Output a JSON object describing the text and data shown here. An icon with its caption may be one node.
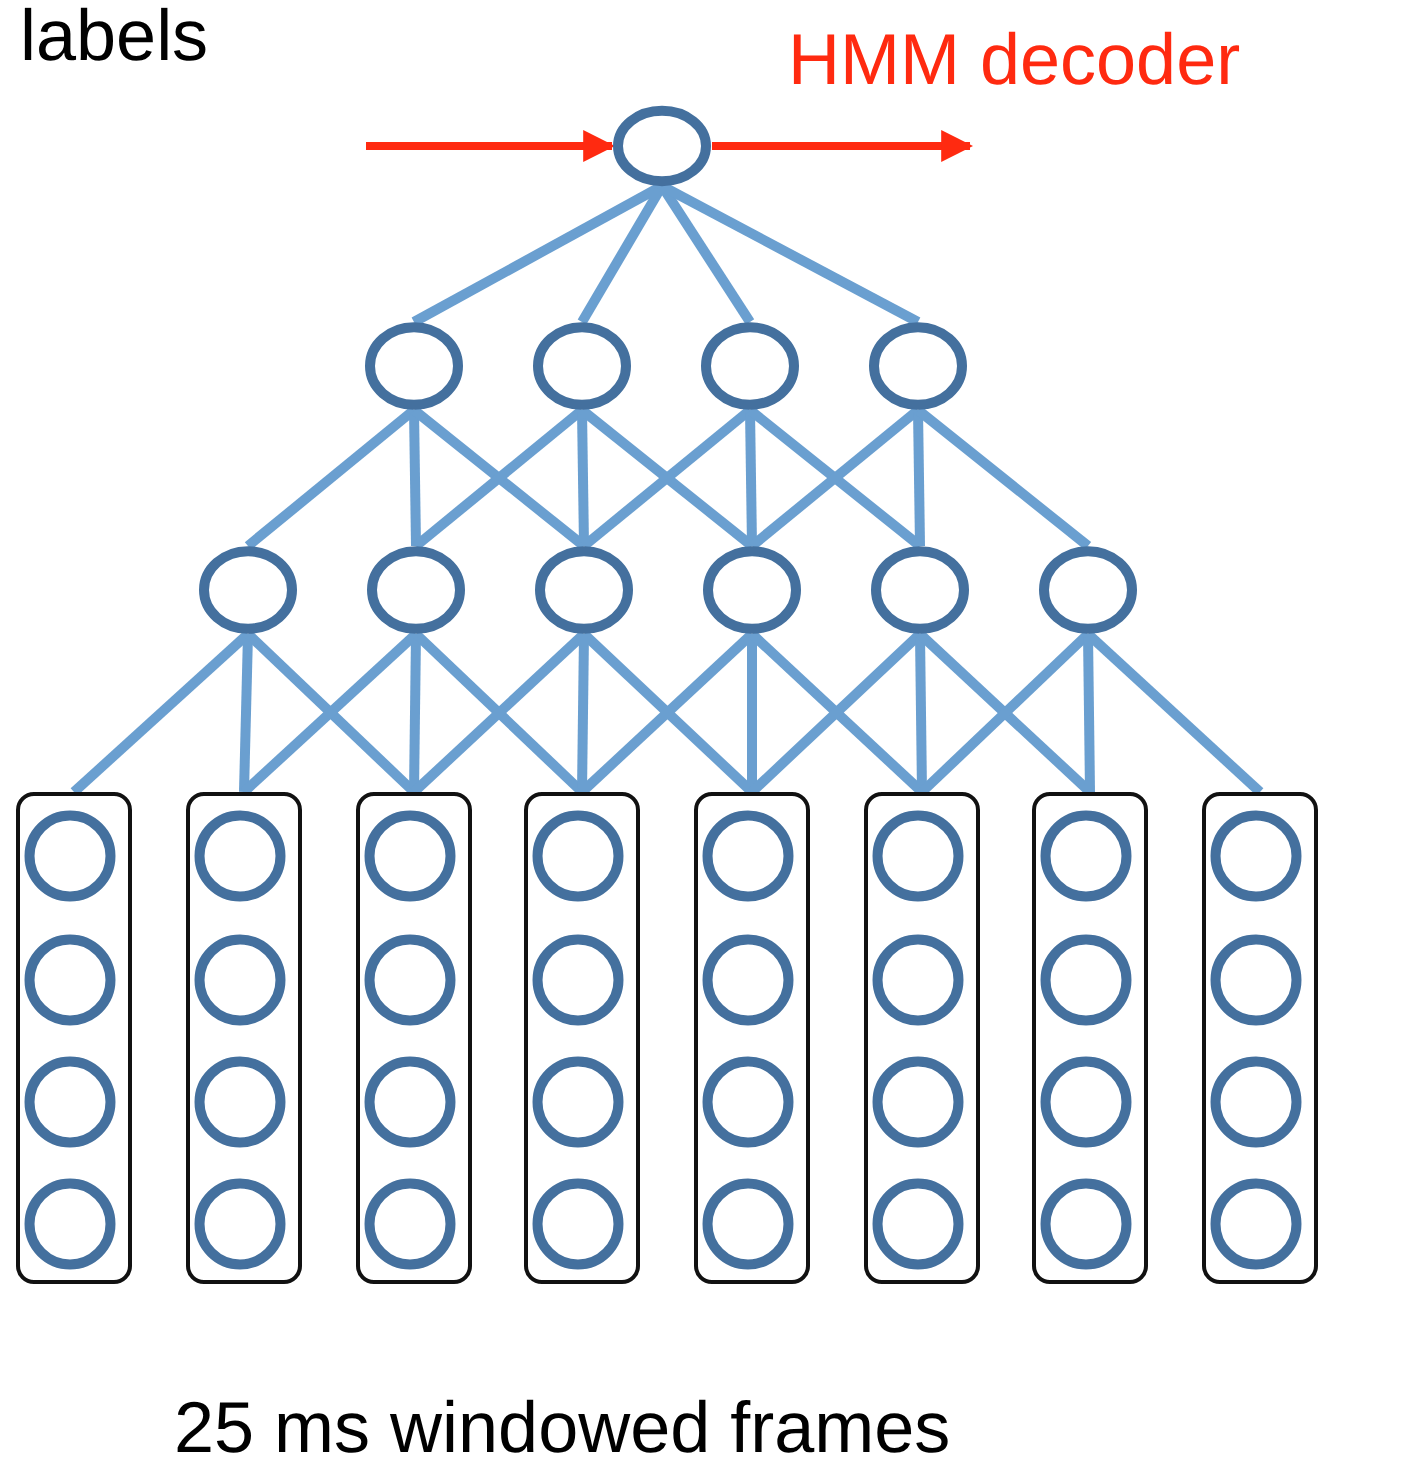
{
  "diagram": {
    "nodes": [
      {
        "text": [],
        "shape": "circle"
      },
      {
        "text": [],
        "shape": "circle"
      },
      {
        "text": [],
        "shape": "circle"
      },
      {
        "text": [],
        "shape": "circle"
      },
      {
        "text": [],
        "shape": "circle"
      },
      {
        "text": [],
        "shape": "circle"
      },
      {
        "text": [],
        "shape": "circle"
      },
      {
        "text": [],
        "shape": "circle"
      },
      {
        "text": [],
        "shape": "circle"
      },
      {
        "text": [],
        "shape": "circle"
      },
      {
        "text": [],
        "shape": "circle"
      },
      {
        "text": [],
        "shape": "box"
      },
      {
        "text": [],
        "shape": "circle",
        "in": 11
      },
      {
        "text": [],
        "shape": "circle",
        "in": 11
      },
      {
        "text": [],
        "shape": "circle",
        "in": 11
      },
      {
        "text": [],
        "shape": "circle",
        "in": 11
      },
      {
        "text": [],
        "shape": "box"
      },
      {
        "text": [],
        "shape": "circle",
        "in": 16
      },
      {
        "text": [],
        "shape": "circle",
        "in": 16
      },
      {
        "text": [],
        "shape": "circle",
        "in": 16
      },
      {
        "text": [],
        "shape": "circle",
        "in": 16
      },
      {
        "text": [],
        "shape": "box"
      },
      {
        "text": [],
        "shape": "circle",
        "in": 21
      },
      {
        "text": [],
        "shape": "circle",
        "in": 21
      },
      {
        "text": [],
        "shape": "circle",
        "in": 21
      },
      {
        "text": [],
        "shape": "circle",
        "in": 21
      },
      {
        "text": [],
        "shape": "box"
      },
      {
        "text": [],
        "shape": "circle",
        "in": 26
      },
      {
        "text": [],
        "shape": "circle",
        "in": 26
      },
      {
        "text": [],
        "shape": "circle",
        "in": 26
      },
      {
        "text": [],
        "shape": "circle",
        "in": 26
      },
      {
        "text": [],
        "shape": "box"
      },
      {
        "text": [],
        "shape": "circle",
        "in": 31
      },
      {
        "text": [],
        "shape": "circle",
        "in": 31
      },
      {
        "text": [],
        "shape": "circle",
        "in": 31
      },
      {
        "text": [],
        "shape": "circle",
        "in": 31
      },
      {
        "text": [],
        "shape": "box"
      },
      {
        "text": [],
        "shape": "circle",
        "in": 36
      },
      {
        "text": [],
        "shape": "circle",
        "in": 36
      },
      {
        "text": [],
        "shape": "circle",
        "in": 36
      },
      {
        "text": [],
        "shape": "circle",
        "in": 36
      },
      {
        "text": [],
        "shape": "box"
      },
      {
        "text": [],
        "shape": "circle",
        "in": 41
      },
      {
        "text": [],
        "shape": "circle",
        "in": 41
      },
      {
        "text": [],
        "shape": "circle",
        "in": 41
      },
      {
        "text": [],
        "shape": "circle",
        "in": 41
      },
      {
        "text": [],
        "shape": "box"
      },
      {
        "text": [],
        "shape": "circle",
        "in": 46
      },
      {
        "text": [],
        "shape": "circle",
        "in": 46
      },
      {
        "text": [],
        "shape": "circle",
        "in": 46
      },
      {
        "text": [],
        "shape": "circle",
        "in": 46
      }
    ],
    "edges": [
      {
        "from": null,
        "to": 0,
        "arrow": "to",
        "color": "#ff2a10"
      },
      {
        "from": 0,
        "to": null,
        "arrow": "to",
        "color": "#ff2a10"
      },
      {
        "from": 0,
        "to": 1,
        "arrow": "none"
      },
      {
        "from": 0,
        "to": 2,
        "arrow": "none"
      },
      {
        "from": 0,
        "to": 3,
        "arrow": "none"
      },
      {
        "from": 0,
        "to": 4,
        "arrow": "none"
      },
      {
        "from": 1,
        "to": 5,
        "arrow": "none"
      },
      {
        "from": 1,
        "to": 6,
        "arrow": "none"
      },
      {
        "from": 1,
        "to": 7,
        "arrow": "none"
      },
      {
        "from": 2,
        "to": 6,
        "arrow": "none"
      },
      {
        "from": 2,
        "to": 7,
        "arrow": "none"
      },
      {
        "from": 2,
        "to": 8,
        "arrow": "none"
      },
      {
        "from": 3,
        "to": 7,
        "arrow": "none"
      },
      {
        "from": 3,
        "to": 8,
        "arrow": "none"
      },
      {
        "from": 3,
        "to": 9,
        "arrow": "none"
      },
      {
        "from": 4,
        "to": 8,
        "arrow": "none"
      },
      {
        "from": 4,
        "to": 9,
        "arrow": "none"
      },
      {
        "from": 4,
        "to": 10,
        "arrow": "none"
      },
      {
        "from": 5,
        "to": 11,
        "arrow": "none"
      },
      {
        "from": 5,
        "to": 16,
        "arrow": "none"
      },
      {
        "from": 5,
        "to": 21,
        "arrow": "none"
      },
      {
        "from": 6,
        "to": 16,
        "arrow": "none"
      },
      {
        "from": 6,
        "to": 21,
        "arrow": "none"
      },
      {
        "from": 6,
        "to": 26,
        "arrow": "none"
      },
      {
        "from": 7,
        "to": 21,
        "arrow": "none"
      },
      {
        "from": 7,
        "to": 26,
        "arrow": "none"
      },
      {
        "from": 7,
        "to": 31,
        "arrow": "none"
      },
      {
        "from": 8,
        "to": 26,
        "arrow": "none"
      },
      {
        "from": 8,
        "to": 31,
        "arrow": "none"
      },
      {
        "from": 8,
        "to": 36,
        "arrow": "none"
      },
      {
        "from": 9,
        "to": 31,
        "arrow": "none"
      },
      {
        "from": 9,
        "to": 36,
        "arrow": "none"
      },
      {
        "from": 9,
        "to": 41,
        "arrow": "none"
      },
      {
        "from": 10,
        "to": 36,
        "arrow": "none"
      },
      {
        "from": 10,
        "to": 41,
        "arrow": "none"
      },
      {
        "from": 10,
        "to": 46,
        "arrow": "none"
      }
    ],
    "labels": [
      "labels",
      "HMM decoder",
      "25 ms windowed frames"
    ]
  }
}
